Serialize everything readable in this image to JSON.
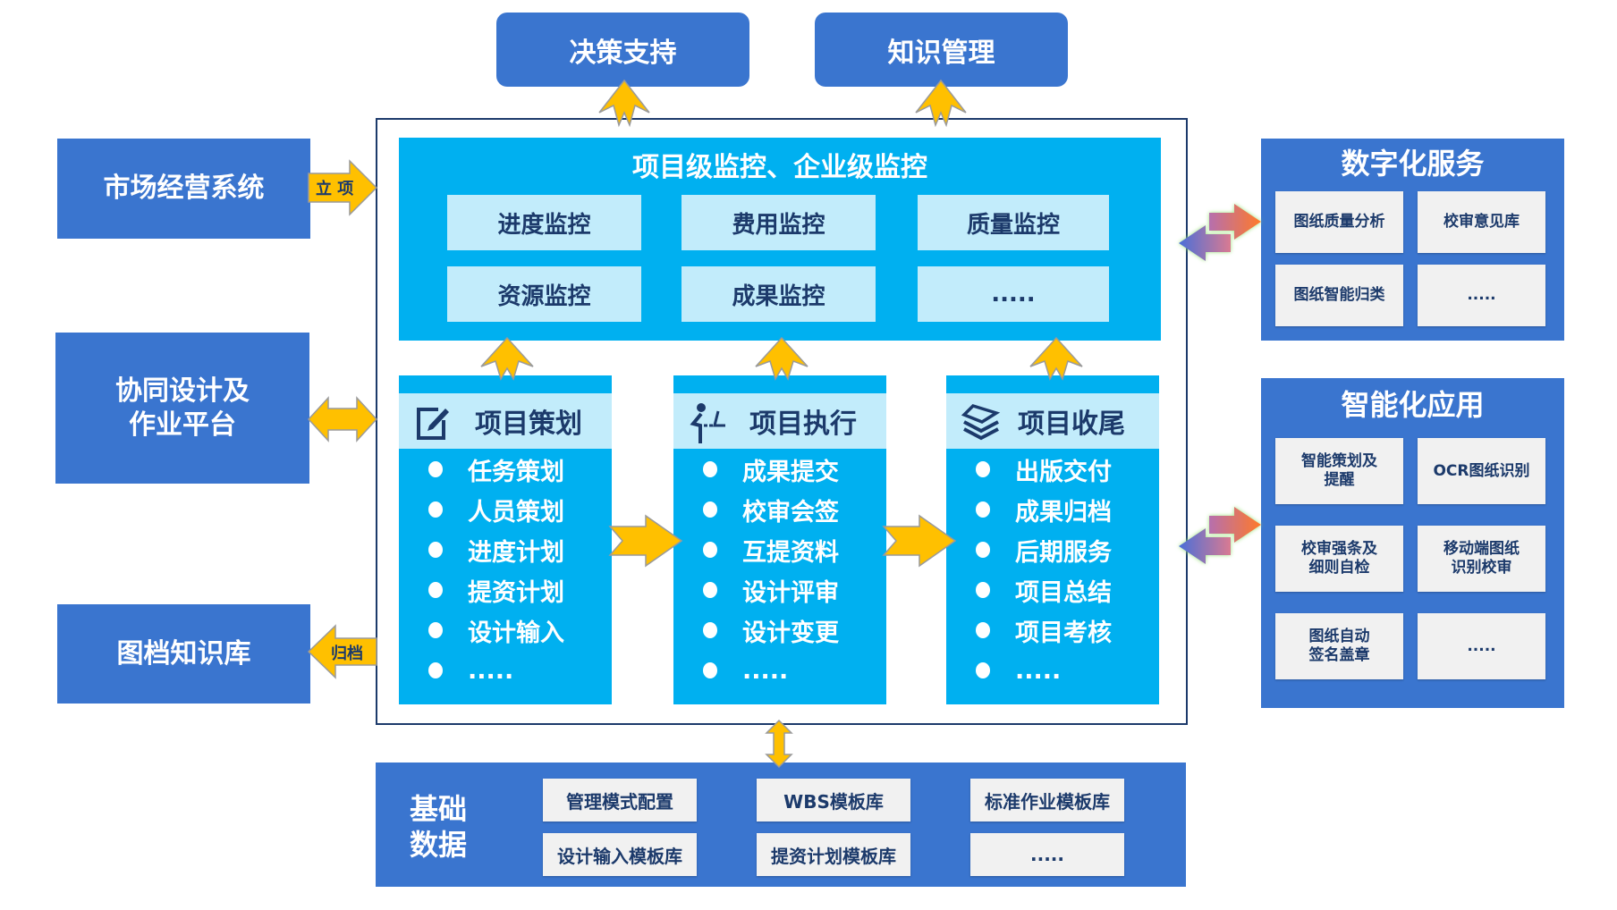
{
  "top": {
    "decision_support": "决策支持",
    "knowledge_management": "知识管理"
  },
  "left": {
    "market_system": "市场经营系统",
    "collab_platform_line1": "协同设计及",
    "collab_platform_line2": "作业平台",
    "archive_library": "图档知识库",
    "arrow_initiate": "立 项",
    "arrow_archive": "归档"
  },
  "monitoring": {
    "title": "项目级监控、企业级监控",
    "cards": [
      "进度监控",
      "费用监控",
      "质量监控",
      "资源监控",
      "成果监控",
      "....."
    ]
  },
  "phases": [
    {
      "title": "项目策划",
      "icon": "edit-icon",
      "items": [
        "任务策划",
        "人员策划",
        "进度计划",
        "提资计划",
        "设计输入",
        "....."
      ]
    },
    {
      "title": "项目执行",
      "icon": "person-desk-icon",
      "items": [
        "成果提交",
        "校审会签",
        "互提资料",
        "设计评审",
        "设计变更",
        "....."
      ]
    },
    {
      "title": "项目收尾",
      "icon": "layers-icon",
      "items": [
        "出版交付",
        "成果归档",
        "后期服务",
        "项目总结",
        "项目考核",
        "....."
      ]
    }
  ],
  "digital_services": {
    "title": "数字化服务",
    "cards": [
      "图纸质量分析",
      "校审意见库",
      "图纸智能归类",
      "....."
    ]
  },
  "smart_apps": {
    "title": "智能化应用",
    "cards": [
      [
        "智能策划及",
        "提醒"
      ],
      [
        "OCR图纸识别"
      ],
      [
        "校审强条及",
        "细则自检"
      ],
      [
        "移动端图纸",
        "识别校审"
      ],
      [
        "图纸自动",
        "签名盖章"
      ],
      [
        "....."
      ]
    ]
  },
  "base_data": {
    "label_line1": "基础",
    "label_line2": "数据",
    "cards": [
      "管理模式配置",
      "WBS模板库",
      "标准作业模板库",
      "设计输入模板库",
      "提资计划模板库",
      "....."
    ]
  },
  "colors": {
    "primary_blue": "#3a75cf",
    "cyan": "#00b0f0",
    "light_cyan": "#c2ecfb",
    "dark_navy": "#1c3a6b",
    "arrow_yellow": "#ffc000",
    "card_grey": "#f1f1f1"
  }
}
